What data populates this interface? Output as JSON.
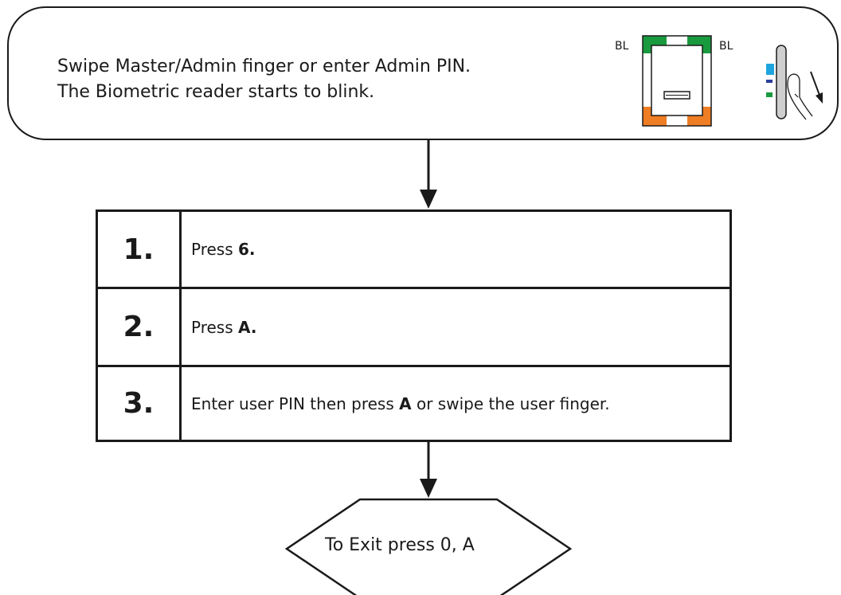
{
  "start": {
    "line1": "Swipe Master/Admin finger or enter Admin PIN.",
    "line2": "The Biometric reader starts to blink.",
    "bl_left": "BL",
    "bl_right": "BL",
    "reader_colors": {
      "top": "#1a9a3e",
      "bottom": "#ee7d23"
    },
    "swipe_icon": "finger-swipe-icon"
  },
  "steps": [
    {
      "number": "1.",
      "text_pre": "Press ",
      "text_bold": "6.",
      "text_post": ""
    },
    {
      "number": "2.",
      "text_pre": "Press ",
      "text_bold": "A.",
      "text_post": ""
    },
    {
      "number": "3.",
      "text_pre": "Enter user PIN then press ",
      "text_bold": "A",
      "text_post": " or swipe the user finger."
    }
  ],
  "exit": {
    "label": "To Exit press 0, A"
  }
}
